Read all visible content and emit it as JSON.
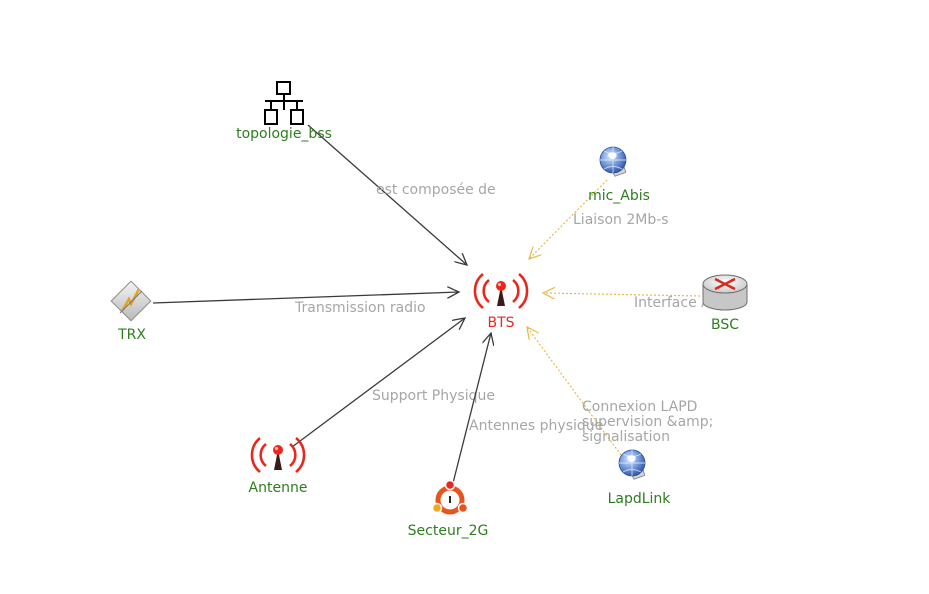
{
  "graph": {
    "center": {
      "label": "BTS",
      "icon": "antenna-tower-icon"
    },
    "nodes": [
      {
        "id": "topologie",
        "label": "topologie_bss",
        "icon": "network-topology-icon"
      },
      {
        "id": "trx",
        "label": "TRX",
        "icon": "trx-module-icon"
      },
      {
        "id": "antenne",
        "label": "Antenne",
        "icon": "antenna-tower-icon"
      },
      {
        "id": "secteur",
        "label": "Secteur_2G",
        "icon": "sector-ring-icon"
      },
      {
        "id": "mic",
        "label": "mic_Abis",
        "icon": "globe-computer-icon"
      },
      {
        "id": "bsc",
        "label": "BSC",
        "icon": "router-icon"
      },
      {
        "id": "lapd",
        "label": "LapdLink",
        "icon": "globe-computer-icon"
      }
    ],
    "edges": [
      {
        "id": "e-topologie",
        "label": "est composée de",
        "style": "solid"
      },
      {
        "id": "e-trx",
        "label": "Transmission radio",
        "style": "solid"
      },
      {
        "id": "e-antenne",
        "label": "Support Physique",
        "style": "solid"
      },
      {
        "id": "e-secteur",
        "label": "Antennes physique",
        "style": "solid"
      },
      {
        "id": "e-mic",
        "label": "Liaison 2Mb-s",
        "style": "dotted"
      },
      {
        "id": "e-bsc",
        "label": "Interface Abis",
        "style": "dotted"
      },
      {
        "id": "e-lapd",
        "label_lines": [
          "Connexion LAPD",
          "supervision &amp;",
          "signalisation"
        ],
        "style": "dotted"
      }
    ]
  },
  "colors": {
    "node_label": "#2e7d1f",
    "center_label": "#e8281e",
    "edge_label": "#a6a6a6",
    "solid_edge": "#3a3a3a",
    "dotted_edge": "#e7b94a"
  }
}
